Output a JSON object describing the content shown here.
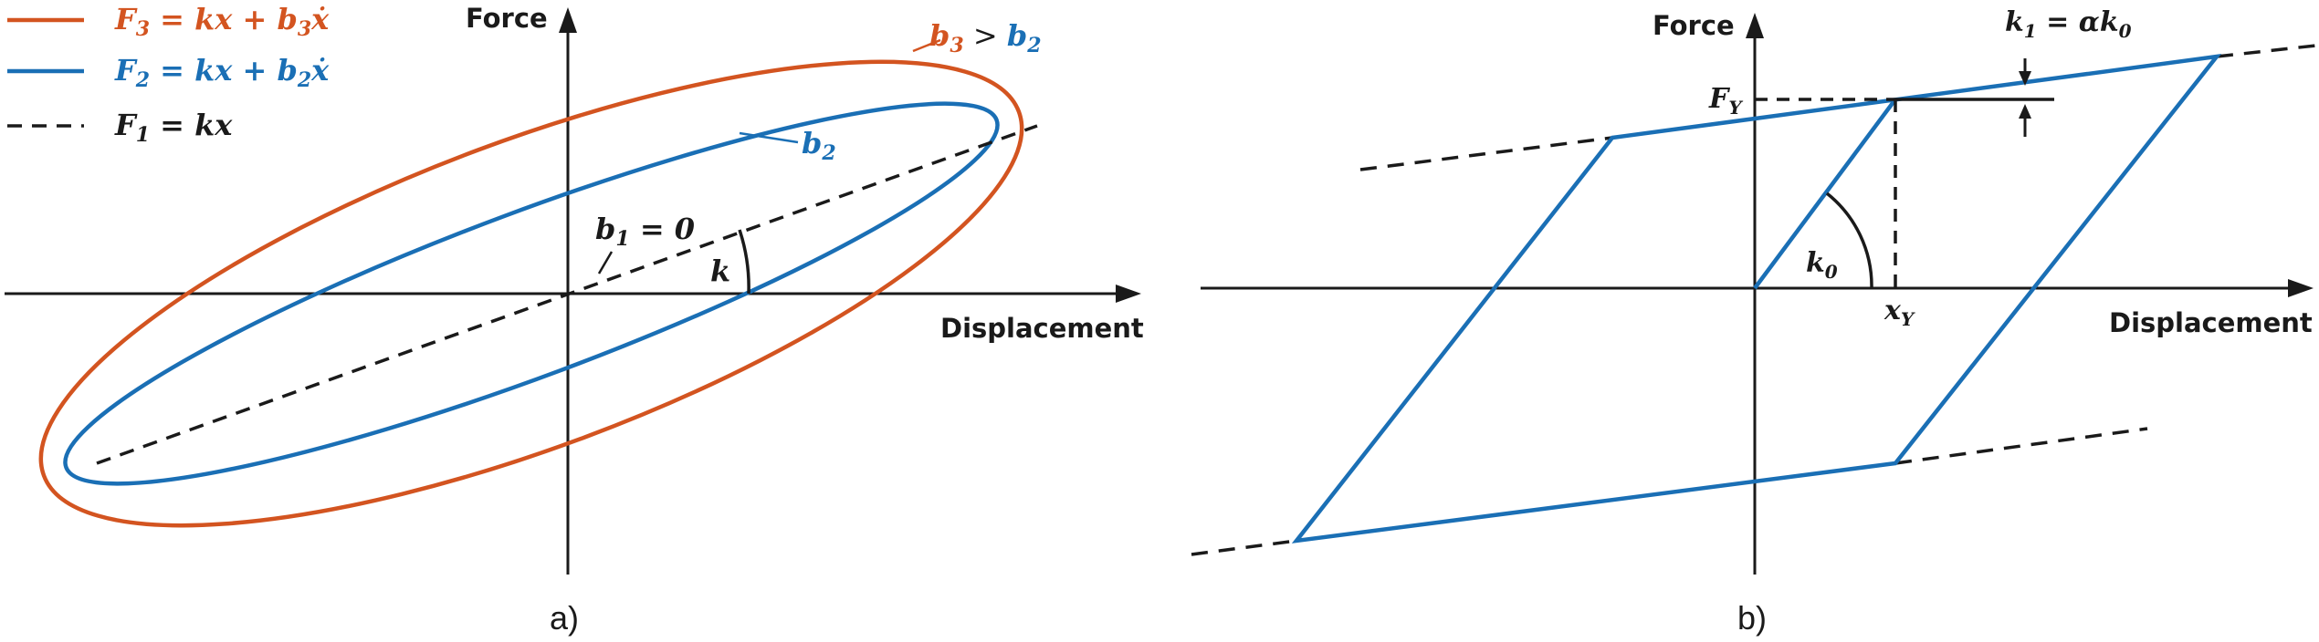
{
  "colors": {
    "orange": "#D35420",
    "blue": "#1A6FB5",
    "black": "#1a1a1a"
  },
  "panel_a": {
    "label": "a)",
    "y_axis_label": "Force",
    "x_axis_label": "Displacement",
    "legend": [
      {
        "lhs": "F",
        "sub": "3",
        "rhs": " = kx + b",
        "rhs_sub": "3",
        "tail": "ẋ",
        "color": "orange"
      },
      {
        "lhs": "F",
        "sub": "2",
        "rhs": " = kx + b",
        "rhs_sub": "2",
        "tail": "ẋ",
        "color": "blue"
      },
      {
        "lhs": "F",
        "sub": "1",
        "rhs": " = kx",
        "rhs_sub": "",
        "tail": "",
        "color": "black"
      }
    ],
    "annot_b3_gt_b2": {
      "left": "b",
      "left_sub": "3",
      "op": " > ",
      "right": "b",
      "right_sub": "2"
    },
    "annot_b2": {
      "text": "b",
      "sub": "2"
    },
    "annot_b1": {
      "text": "b",
      "sub": "1",
      "tail": " = 0"
    },
    "annot_k": "k"
  },
  "panel_b": {
    "label": "b)",
    "y_axis_label": "Force",
    "x_axis_label": "Displacement",
    "annot_fy": {
      "text": "F",
      "sub": "Y"
    },
    "annot_xy": {
      "text": "x",
      "sub": "Y"
    },
    "annot_k0": {
      "text": "k",
      "sub": "0"
    },
    "annot_k1": {
      "text": "k",
      "sub": "1",
      "mid": " = αk",
      "tail_sub": "0"
    }
  }
}
